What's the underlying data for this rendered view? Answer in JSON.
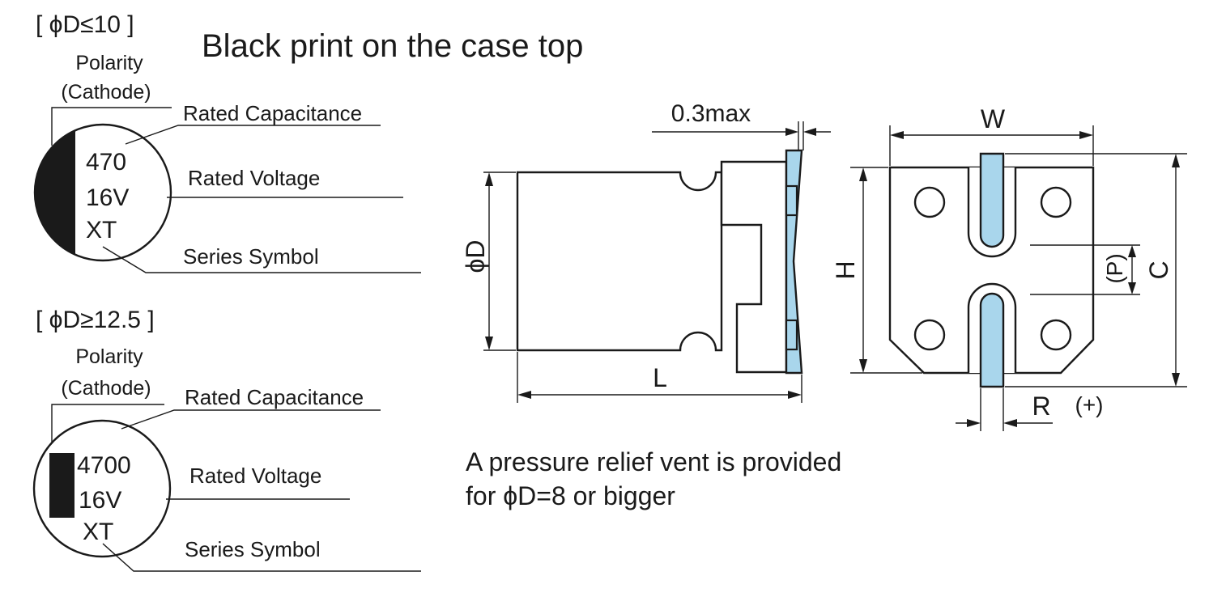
{
  "headers": {
    "small_case": "[ ϕD≤10 ]",
    "large_case": "[ ϕD≥12.5 ]",
    "print_title": "Black print on the case top"
  },
  "marking_small": {
    "polarity": "Polarity",
    "cathode": "(Cathode)",
    "capacitance_value": "470",
    "voltage_value": "16V",
    "series_value": "XT",
    "capacitance_label": "Rated Capacitance",
    "voltage_label": "Rated Voltage",
    "series_label": "Series Symbol"
  },
  "marking_large": {
    "polarity": "Polarity",
    "cathode": "(Cathode)",
    "capacitance_value": "4700",
    "voltage_value": "16V",
    "series_value": "XT",
    "capacitance_label": "Rated Capacitance",
    "voltage_label": "Rated Voltage",
    "series_label": "Series Symbol"
  },
  "side_view": {
    "dim_tolerance": "0.3max",
    "dim_diameter": "ϕD",
    "dim_length": "L"
  },
  "bottom_view": {
    "dim_width": "W",
    "dim_height": "H",
    "dim_pitch": "(P)",
    "dim_c": "C",
    "dim_r": "R",
    "polarity_plus": "(+)"
  },
  "note": {
    "line1": "A pressure relief vent is provided",
    "line2": "for ϕD=8 or bigger"
  },
  "colors": {
    "ink": "#1a1a1a",
    "terminal_fill": "#a9d6ec"
  }
}
